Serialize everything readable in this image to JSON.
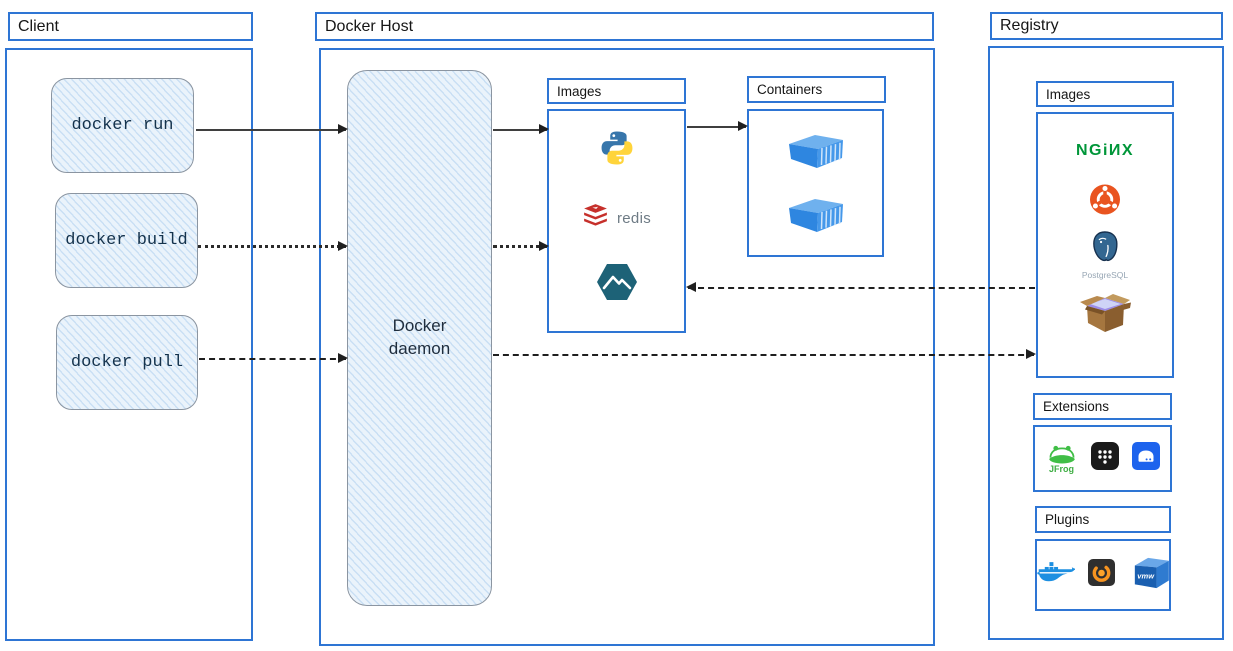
{
  "client": {
    "title": "Client",
    "commands": [
      {
        "label": "docker run"
      },
      {
        "label": "docker build"
      },
      {
        "label": "docker pull"
      }
    ]
  },
  "docker_host": {
    "title": "Docker Host",
    "daemon": {
      "line1": "Docker",
      "line2": "daemon"
    },
    "images_panel": {
      "title": "Images",
      "redis_label": "redis",
      "items": [
        "python",
        "redis",
        "alpine"
      ]
    },
    "containers_panel": {
      "title": "Containers",
      "container_count": 2
    }
  },
  "registry": {
    "title": "Registry",
    "images_panel": {
      "title": "Images",
      "nginx_label": "NGiИX",
      "postgres_label": "PostgreSQL",
      "items": [
        "nginx",
        "ubuntu",
        "postgresql",
        "busybox"
      ]
    },
    "extensions_panel": {
      "title": "Extensions",
      "jfrog_label": "JFrog",
      "items": [
        "jfrog",
        "app-grid",
        "drive"
      ]
    },
    "plugins_panel": {
      "title": "Plugins",
      "vmware_label": "vmw",
      "items": [
        "docker-whale",
        "grafana",
        "vmware"
      ]
    }
  },
  "arrows": [
    {
      "from": "docker run",
      "to": "Docker daemon",
      "style": "solid"
    },
    {
      "from": "docker build",
      "to": "Docker daemon",
      "style": "dotted"
    },
    {
      "from": "docker pull",
      "to": "Docker daemon",
      "style": "dashed"
    },
    {
      "from": "Docker daemon",
      "to": "Images",
      "style": "solid"
    },
    {
      "from": "Docker daemon",
      "to": "Images",
      "style": "dotted"
    },
    {
      "from": "Images",
      "to": "Containers",
      "style": "solid"
    },
    {
      "from": "Registry Images",
      "to": "Docker Host Images",
      "style": "dashed"
    },
    {
      "from": "Docker daemon",
      "to": "Registry Images",
      "style": "dashed"
    }
  ],
  "colors": {
    "panel_border": "#2e75d4",
    "sketch_fill": "#eaf3fb",
    "arrow": "#222222",
    "container_blue": "#2e86e0",
    "nginx_green": "#009639",
    "redis_red": "#c6302b",
    "ubuntu_orange": "#e95420",
    "postgres_blue": "#336791",
    "alpine_teal": "#1d6277",
    "jfrog_green": "#40be46",
    "grafana_orange": "#f79420",
    "vmware_blue": "#1a5fb0",
    "docker_blue": "#1d8fe1"
  },
  "icons": {
    "host_images": [
      "python-icon",
      "redis-icon",
      "alpine-icon"
    ],
    "containers": [
      "container-icon",
      "container-icon"
    ],
    "registry_images": [
      "nginx-wordmark",
      "ubuntu-icon",
      "postgresql-icon",
      "busybox-icon"
    ],
    "extensions": [
      "jfrog-icon",
      "app-grid-icon",
      "drive-extension-icon"
    ],
    "plugins": [
      "docker-whale-icon",
      "grafana-icon",
      "vmware-icon"
    ]
  }
}
